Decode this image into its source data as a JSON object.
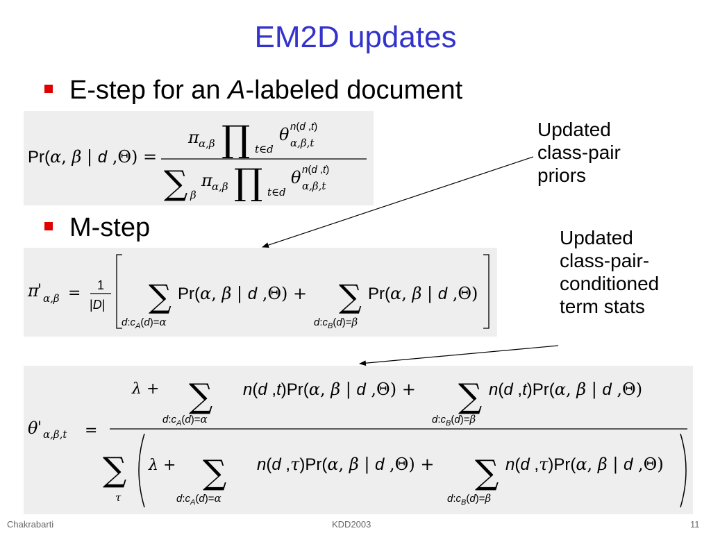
{
  "slide": {
    "title": "EM2D updates",
    "bullet1": {
      "pre": "E-step for an ",
      "italic": "A",
      "post": "-labeled document"
    },
    "bullet2": "M-step",
    "note1": "Updated\nclass-pair\npriors",
    "note2": "Updated\nclass-pair-\nconditioned\nterm stats",
    "colors": {
      "title": "#3333cc",
      "bullet": "#e00000",
      "formula_bg": "#eeeeee"
    }
  },
  "footer": {
    "author": "Chakrabarti",
    "venue": "KDD2003",
    "page": "11"
  }
}
